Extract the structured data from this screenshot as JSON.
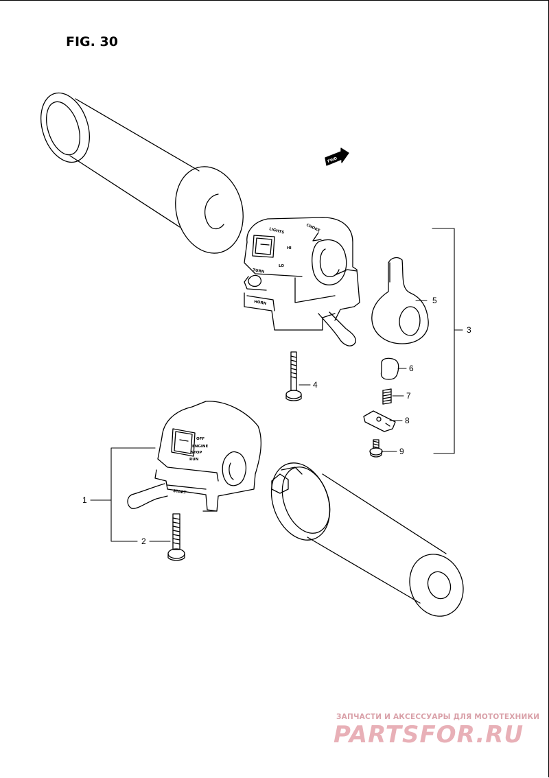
{
  "figure": {
    "title": "FIG. 30"
  },
  "markings": {
    "fwd": "FWD",
    "lights": "LIGHTS",
    "choke": "CHOKE",
    "hi": "HI",
    "lo": "LO",
    "turn": "TURN",
    "horn": "HORN",
    "off": "OFF",
    "engine": "ENGINE",
    "stop": "STOP",
    "run": "RUN",
    "start": "START"
  },
  "callouts": [
    "1",
    "2",
    "3",
    "4",
    "5",
    "6",
    "7",
    "8",
    "9"
  ],
  "watermark": {
    "tagline": "ЗАПЧАСТИ И АКСЕССУАРЫ ДЛЯ МОТОТЕХНИКИ",
    "logo": "PARTSFOR.RU"
  },
  "colors": {
    "line": "#000000",
    "watermark": "#e8b0b7"
  }
}
